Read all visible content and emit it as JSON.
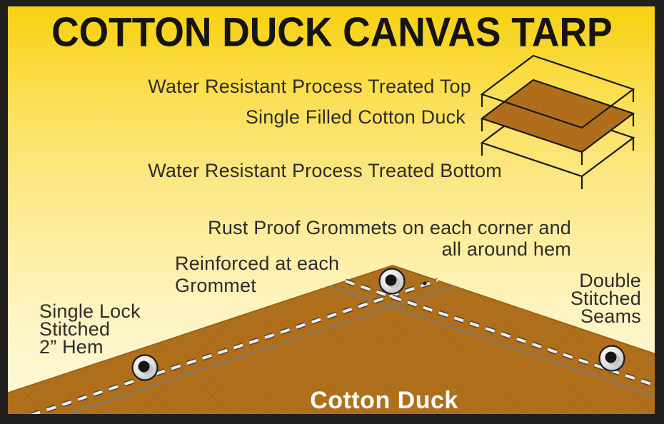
{
  "title": "COTTON DUCK CANVAS TARP",
  "layer_diagram": {
    "top_label": "Water Resistant Process Treated Top",
    "middle_label": "Single Filled Cotton Duck",
    "bottom_label": "Water Resistant Process Treated Bottom"
  },
  "annotations": {
    "grommets_line1": "Rust Proof Grommets on each corner and",
    "grommets_line2": "all around hem",
    "reinforced_line1": "Reinforced at each",
    "reinforced_line2": "Grommet",
    "hem_line1": "Single Lock",
    "hem_line2": "Stitched",
    "hem_line3": "2” Hem",
    "seams_line1": "Double",
    "seams_line2": "Stitched",
    "seams_line3": "Seams"
  },
  "tarp": {
    "label": "Cotton Duck"
  },
  "colors": {
    "background_yellow_top": "#F6D10C",
    "background_cream_bottom": "#FEF9DC",
    "tarp_brown": "#B06F1B",
    "text_dark": "#2F2C28",
    "frame_black": "#221F1F",
    "stitch_white": "#ECECE8",
    "seam_gray": "#7B7B76"
  }
}
